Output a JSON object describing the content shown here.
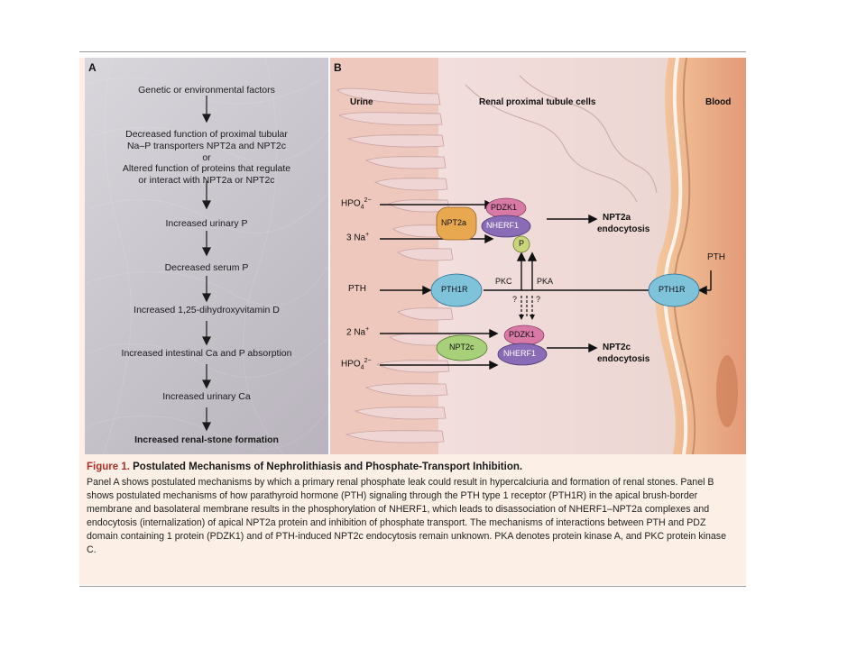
{
  "panelA": {
    "label": "A",
    "steps": [
      "Genetic or environmental factors",
      "Decreased function of proximal tubular",
      "Na–P transporters NPT2a and NPT2c",
      "or",
      "Altered function of proteins that regulate",
      "or interact with NPT2a or NPT2c",
      "Increased urinary P",
      "Decreased serum P",
      "Increased 1,25-dihydroxyvitamin D",
      "Increased intestinal Ca and P absorption",
      "Increased urinary Ca",
      "Increased renal-stone formation"
    ]
  },
  "panelB": {
    "label": "B",
    "headers": {
      "urine": "Urine",
      "cells": "Renal proximal tubule cells",
      "blood": "Blood"
    },
    "labels": {
      "hpo4_top": "HPO",
      "hpo4_sub": "4",
      "hpo4_sup": "2−",
      "na3": "3 Na",
      "na2": "2 Na",
      "plus": "+",
      "pth_left": "PTH",
      "pth_right": "PTH",
      "pdzk1_top": "PDZK1",
      "nherf1_top": "NHERF1",
      "npt2a": "NPT2a",
      "p": "P",
      "npt2a_endo_1": "NPT2a",
      "npt2a_endo_2": "endocytosis",
      "pkc": "PKC",
      "pka": "PKA",
      "q1": "?",
      "q2": "?",
      "pth1r_left": "PTH1R",
      "pth1r_right": "PTH1R",
      "pdzk1_bot": "PDZK1",
      "nherf1_bot": "NHERF1",
      "npt2c": "NPT2c",
      "npt2c_endo_1": "NPT2c",
      "npt2c_endo_2": "endocytosis",
      "hpo4_bot": "HPO"
    }
  },
  "caption": {
    "figure": "Figure 1.",
    "title": "Postulated Mechanisms of Nephrolithiasis and Phosphate-Transport Inhibition.",
    "body": "Panel A shows postulated mechanisms by which a primary renal phosphate leak could result in hypercalciuria and formation of renal stones. Panel B shows postulated mechanisms of how parathyroid hormone (PTH) signaling through the PTH type 1 receptor (PTH1R) in the apical brush-border membrane and basolateral membrane results in the phosphorylation of NHERF1, which leads to disassociation of NHERF1–NPT2a complexes and endocytosis (internalization) of apical NPT2a protein and inhibition of phosphate transport. The mechanisms of interactions between PTH and PDZ domain containing 1 protein (PDZK1) and of PTH-induced NPT2c endocytosis remain unknown. PKA denotes protein kinase A, and PKC protein kinase C."
  },
  "colors": {
    "pdzk1": "#d97aa6",
    "nherf1": "#8a6bb5",
    "npt2a": "#e8a850",
    "npt2c": "#a8cf7a",
    "pth1r": "#7fc3db",
    "p": "#c8d57a",
    "figure_red": "#b0302a"
  }
}
